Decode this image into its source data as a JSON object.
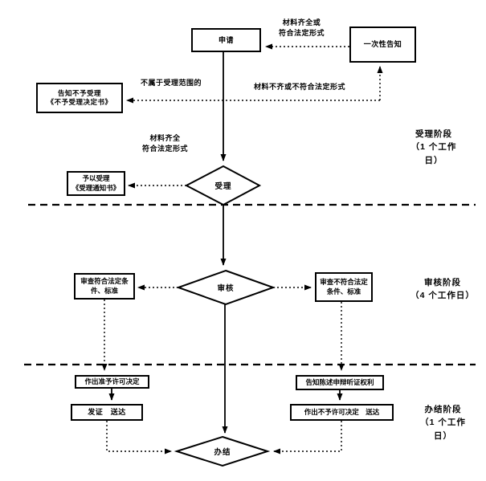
{
  "canvas": {
    "background": "#ffffff",
    "line_color": "#000000"
  },
  "nodes": {
    "apply": "申请",
    "one_time_notice": "一次性告知",
    "reject_notice": "告知不予受理\n《不予受理决定书》",
    "accept_notice": "予以受理\n《受理通知书》",
    "accept_diamond": "受理",
    "review_diamond": "审核",
    "finish_diamond": "办结",
    "review_pass": "审查符合法定条\n件、标准",
    "review_fail": "审查不符合法定\n条件、标准",
    "grant_decision": "作出准予许可决定",
    "issue_deliver": "发证　送达",
    "notify_rights": "告知陈述申辩听证权利",
    "deny_decision": "作出不予许可决定　送达"
  },
  "edge_labels": {
    "materials_complete_top": "材料齐全或\n符合法定形式",
    "not_in_scope": "不属于受理范围的",
    "materials_incomplete": "材料不齐或不符合法定形式",
    "materials_complete_mid": "材料齐全\n符合法定形式"
  },
  "stage_labels": {
    "accept_stage": "受理阶段\n（1 个工作\n日）",
    "review_stage": "审核阶段\n（4 个工作日）",
    "finish_stage": "办结阶段\n（1 个工作\n日）"
  }
}
